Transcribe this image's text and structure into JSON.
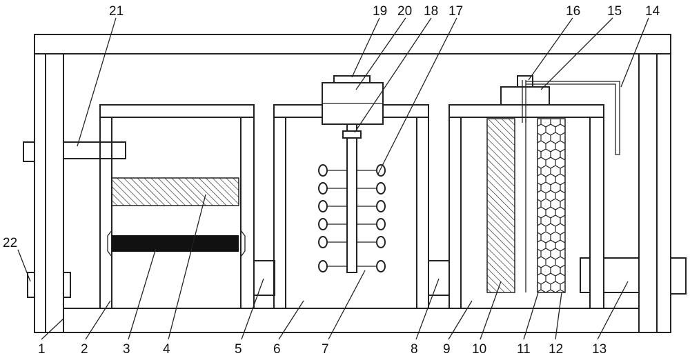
{
  "diagram": {
    "colors": {
      "line": "#222222",
      "dark_block": "#111111",
      "background": "#ffffff"
    },
    "labels": {
      "l1": "1",
      "l2": "2",
      "l3": "3",
      "l4": "4",
      "l5": "5",
      "l6": "6",
      "l7": "7",
      "l8": "8",
      "l9": "9",
      "l10": "10",
      "l11": "11",
      "l12": "12",
      "l13": "13",
      "l14": "14",
      "l15": "15",
      "l16": "16",
      "l17": "17",
      "l18": "18",
      "l19": "19",
      "l20": "20",
      "l21": "21",
      "l22": "22"
    }
  }
}
